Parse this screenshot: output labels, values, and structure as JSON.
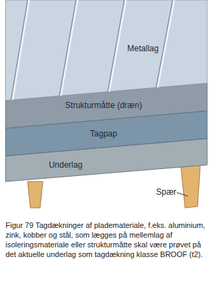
{
  "diagram": {
    "caption": "Figur 79 Tagdækninger af plademateriale, f.eks. aluminium, zink, kobber og stål, som lægges på mellemlag af isoleringsmateriale eller strukturmåtte skal være prøvet på det aktuelle underlag som tagdækning klasse BROOF (t2).",
    "nodes": [
      {
        "text": [
          "Metallag"
        ]
      },
      {
        "text": [
          "Strukturmåtte (dræn)"
        ]
      },
      {
        "text": [
          "Tagpap"
        ]
      },
      {
        "text": [
          "Underlag"
        ]
      }
    ],
    "labels": [
      "Spær"
    ]
  }
}
